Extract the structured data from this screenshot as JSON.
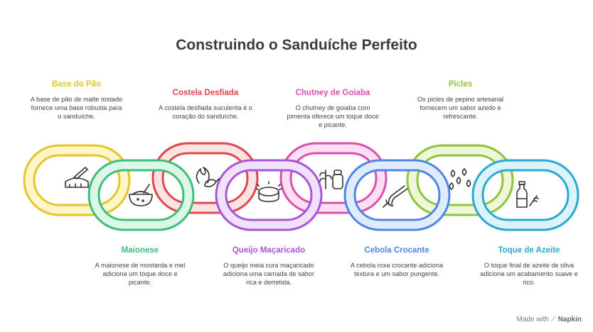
{
  "title": "Construindo o Sanduíche Perfeito",
  "items": [
    {
      "title": "Base do Pão",
      "description": "A base de pão de malte tostado fornece uma base robusta para o sanduíche.",
      "color": "#e6c42b",
      "icon": "bread-knife-icon"
    },
    {
      "title": "Maionese",
      "description": "A maionese de mostarda e mel adiciona um toque doce e picante.",
      "color": "#3dbf7a",
      "icon": "bowl-spoon-icon"
    },
    {
      "title": "Costela Desfiada",
      "description": "A costela desfiada suculenta é o coração do sanduíche.",
      "color": "#e0464b",
      "icon": "flame-pepper-icon"
    },
    {
      "title": "Queijo Maçaricado",
      "description": "O queijo meia cura maçaricado adiciona uma camada de sabor rica e derretida.",
      "color": "#a855d6",
      "icon": "cheese-icon"
    },
    {
      "title": "Chutney de Goiaba",
      "description": "O chutney de goiaba com pimenta oferece um toque doce e picante.",
      "color": "#d94fae",
      "icon": "herb-jar-icon"
    },
    {
      "title": "Cebola Crocante",
      "description": "A cebola roxa crocante adiciona textura e um sabor pungente.",
      "color": "#4f86e6",
      "icon": "onion-icon"
    },
    {
      "title": "Picles",
      "description": "Os picles de pepino artesanal fornecem um sabor azedo e refrescante.",
      "color": "#8dc43a",
      "icon": "seeds-icon"
    },
    {
      "title": "Toque de Azeite",
      "description": "O toque final de azeite de oliva adiciona um acabamento suave e rico.",
      "color": "#29a9d1",
      "icon": "olive-oil-icon"
    }
  ],
  "footer": {
    "made_with": "Made with",
    "brand": "Napkin"
  }
}
